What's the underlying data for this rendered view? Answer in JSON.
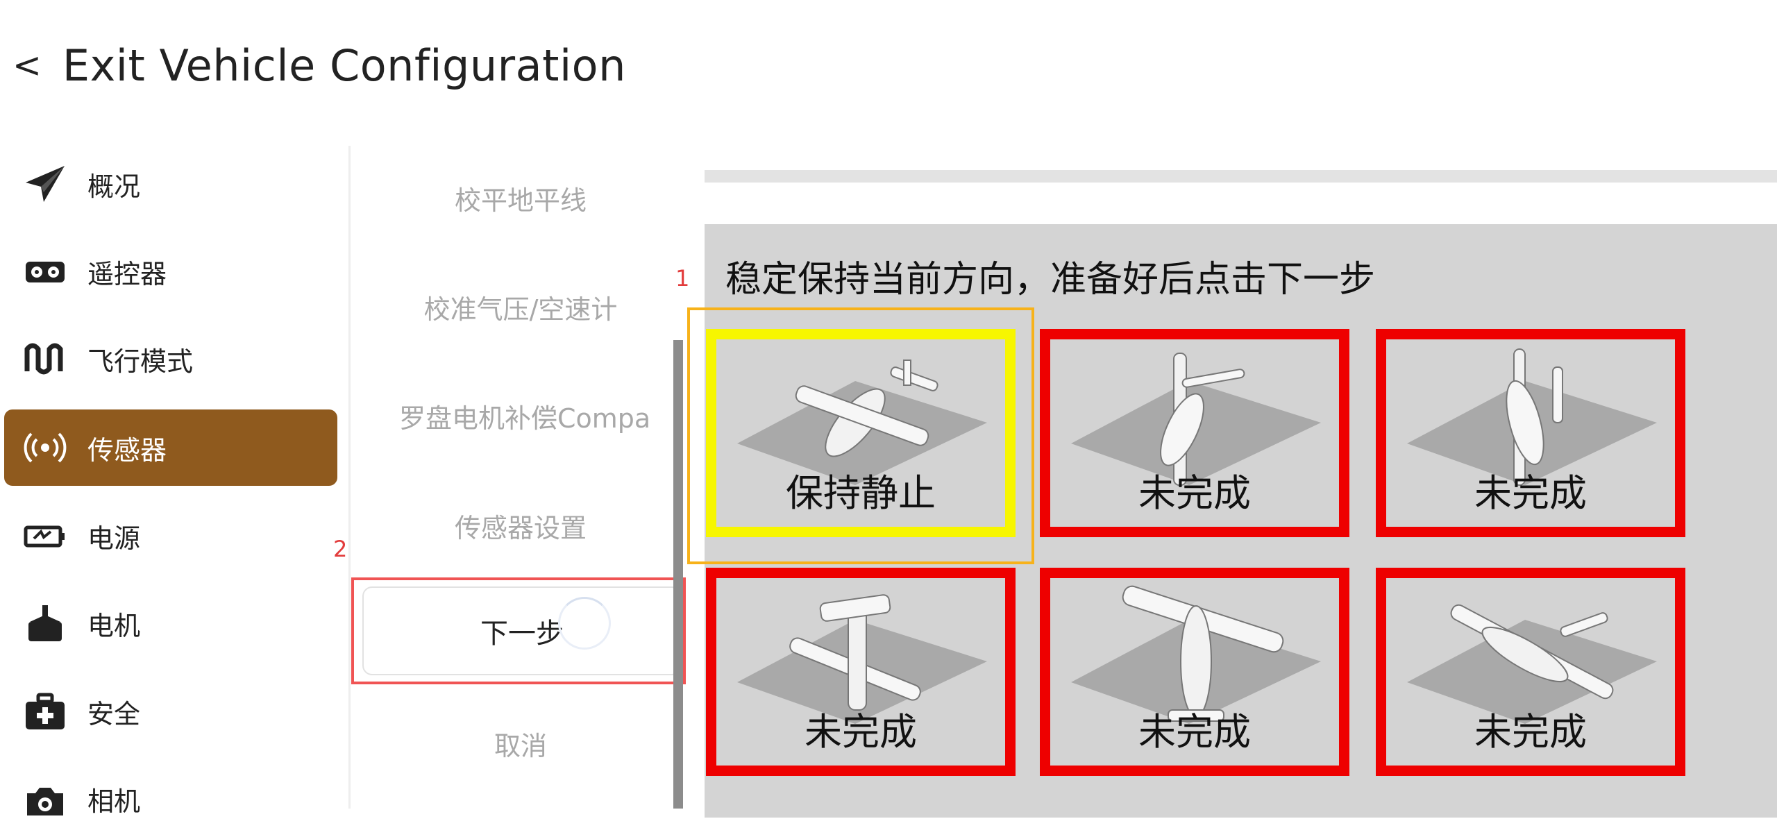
{
  "header": {
    "back_glyph": "<",
    "title": "Exit Vehicle Configuration"
  },
  "sidebar": {
    "items": [
      {
        "label": "概况",
        "icon": "paper-plane-icon",
        "active": false
      },
      {
        "label": "遥控器",
        "icon": "remote-control-icon",
        "active": false
      },
      {
        "label": "飞行模式",
        "icon": "flight-mode-wave-icon",
        "active": false
      },
      {
        "label": "传感器",
        "icon": "sensor-signal-icon",
        "active": true
      },
      {
        "label": "电源",
        "icon": "battery-icon",
        "active": false
      },
      {
        "label": "电机",
        "icon": "motor-icon",
        "active": false
      },
      {
        "label": "安全",
        "icon": "first-aid-kit-icon",
        "active": false
      },
      {
        "label": "相机",
        "icon": "camera-icon",
        "active": false
      }
    ],
    "active_color": "#8f5a1e"
  },
  "menu": {
    "items": [
      "校平地平线",
      "校准气压/空速计",
      "罗盘电机补偿Compa",
      "传感器设置"
    ],
    "next_button": "下一步",
    "cancel": "取消"
  },
  "annotations": {
    "one": "1",
    "two": "2"
  },
  "calibration": {
    "instruction": "稳定保持当前方向，准备好后点击下一步",
    "tiles": [
      {
        "caption": "保持静止",
        "status": "current",
        "orientation": "level"
      },
      {
        "caption": "未完成",
        "status": "incomplete",
        "orientation": "nose-down"
      },
      {
        "caption": "未完成",
        "status": "incomplete",
        "orientation": "nose-up"
      },
      {
        "caption": "未完成",
        "status": "incomplete",
        "orientation": "left-side"
      },
      {
        "caption": "未完成",
        "status": "incomplete",
        "orientation": "upside-down"
      },
      {
        "caption": "未完成",
        "status": "incomplete",
        "orientation": "right-side"
      }
    ],
    "colors": {
      "current": "#f7f600",
      "incomplete": "#ee0000",
      "panel": "#d4d4d4"
    }
  }
}
